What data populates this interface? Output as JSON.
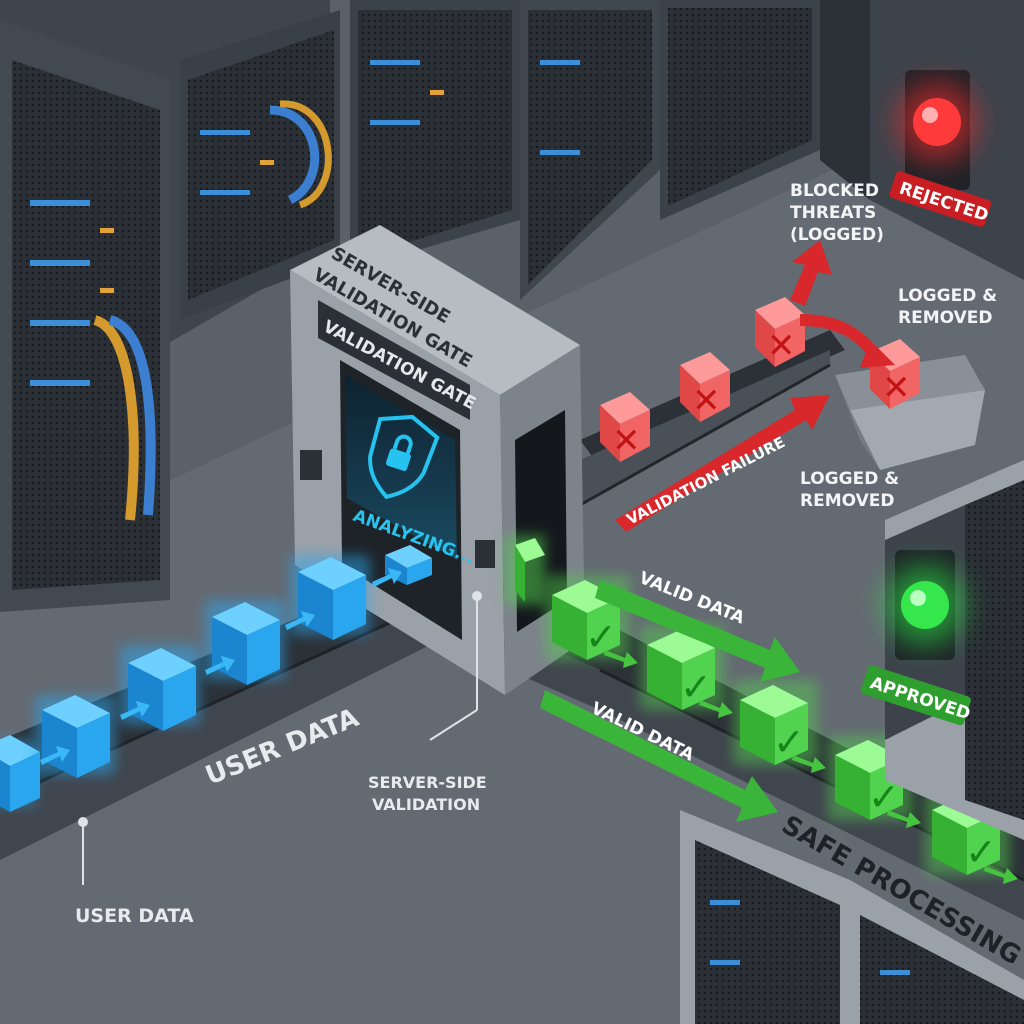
{
  "gate": {
    "title_line1": "SERVER-SIDE",
    "title_line2": "VALIDATION GATE",
    "plate": "VALIDATION GATE",
    "status": "ANALYZING..."
  },
  "labels": {
    "user_data_belt": "USER DATA",
    "user_data_callout": "USER DATA",
    "validation_callout_line1": "SERVER-SIDE",
    "validation_callout_line2": "VALIDATION",
    "blocked_line1": "BLOCKED",
    "blocked_line2": "THREATS",
    "blocked_line3": "(LOGGED)",
    "logged_top_line1": "LOGGED &",
    "logged_top_line2": "REMOVED",
    "logged_mid_line1": "LOGGED &",
    "logged_mid_line2": "REMOVED",
    "validation_failure": "VALIDATION FAILURE",
    "valid_data_1": "VALID DATA",
    "valid_data_2": "VALID DATA",
    "safe_processing": "SAFE PROCESSING",
    "rejected": "REJECTED",
    "approved": "APPROVED"
  },
  "colors": {
    "floor": "#5b6169",
    "rack": "#3d434b",
    "rack_dark": "#262b31",
    "gate_body": "#9aa1a8",
    "blue_cube": "#2aa6ee",
    "red_cube": "#f26565",
    "green_cube": "#52d34f",
    "red_arrow": "#d8282c",
    "green_arrow": "#3ab53a",
    "red_light": "#ff2b2b",
    "green_light": "#2bff4a"
  },
  "icons": {
    "shield": "shield-lock-icon",
    "check": "checkmark-icon",
    "cross": "x-mark-icon"
  }
}
